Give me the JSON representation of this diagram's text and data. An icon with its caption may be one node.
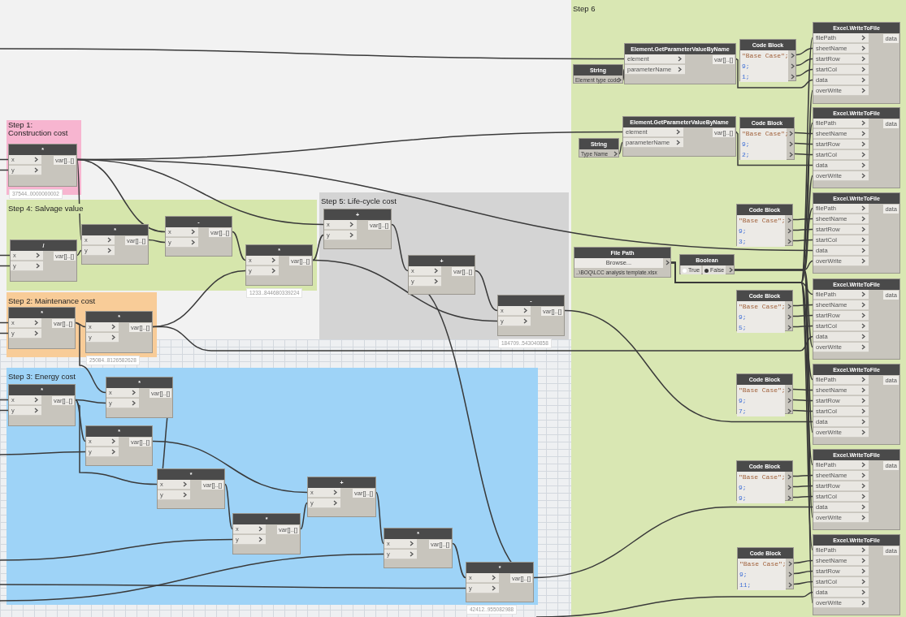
{
  "diagram": {
    "nodes": [
      {
        "text": [
          "Step 1: Construction cost"
        ]
      },
      {
        "text": [
          "*",
          "x",
          "y",
          "var[]..[]"
        ],
        "in": 0,
        "beside": [
          "37544..0000000002"
        ]
      },
      {
        "text": [
          "Step 4: Salvage value"
        ]
      },
      {
        "text": [
          "/",
          "x",
          "y",
          "var[]..[]"
        ],
        "in": 2
      },
      {
        "text": [
          "*",
          "x",
          "y",
          "var[]..[]"
        ],
        "in": 2
      },
      {
        "text": [
          "-",
          "x",
          "y",
          "var[]..[]"
        ],
        "in": 2
      },
      {
        "text": [
          "*",
          "x",
          "y",
          "var[]..[]"
        ],
        "in": 2,
        "beside": [
          "1233..844680339224"
        ]
      },
      {
        "text": [
          "Step 2: Maintenance cost"
        ]
      },
      {
        "text": [
          "*",
          "x",
          "y",
          "var[]..[]"
        ],
        "in": 7
      },
      {
        "text": [
          "*",
          "x",
          "y",
          "var[]..[]"
        ],
        "in": 7,
        "beside": [
          "25084..8126582628"
        ]
      },
      {
        "text": [
          "Step 3: Energy cost"
        ]
      },
      {
        "text": [
          "*",
          "x",
          "y",
          "var[]..[]"
        ],
        "in": 10
      },
      {
        "text": [
          "*",
          "x",
          "y",
          "var[]..[]"
        ],
        "in": 10
      },
      {
        "text": [
          "*",
          "x",
          "y",
          "var[]..[]"
        ],
        "in": 10
      },
      {
        "text": [
          "*",
          "x",
          "y",
          "var[]..[]"
        ],
        "in": 10
      },
      {
        "text": [
          "+",
          "x",
          "y",
          "var[]..[]"
        ],
        "in": 10
      },
      {
        "text": [
          "*",
          "x",
          "y",
          "var[]..[]"
        ],
        "in": 10
      },
      {
        "text": [
          "*",
          "x",
          "y",
          "var[]..[]"
        ],
        "in": 10
      },
      {
        "text": [
          "*",
          "x",
          "y",
          "var[]..[]"
        ],
        "in": 10,
        "beside": [
          "42412..955082988"
        ]
      },
      {
        "text": [
          "Step 5: Life-cycle cost"
        ]
      },
      {
        "text": [
          "+",
          "x",
          "y",
          "var[]..[]"
        ],
        "in": 19
      },
      {
        "text": [
          "+",
          "x",
          "y",
          "var[]..[]"
        ],
        "in": 19
      },
      {
        "text": [
          "-",
          "x",
          "y",
          "var[]..[]"
        ],
        "in": 19,
        "beside": [
          "184709..543040858"
        ]
      },
      {
        "text": [
          "Step 6"
        ]
      },
      {
        "text": [
          "String",
          "Element type code"
        ],
        "in": 23
      },
      {
        "text": [
          "Element.GetParameterValueByName",
          "element",
          "parameterName",
          "var[]..[]"
        ],
        "in": 23
      },
      {
        "text": [
          "Code Block",
          "\"Base Case\";",
          "9;",
          "1;"
        ],
        "in": 23
      },
      {
        "text": [
          "Excel.WriteToFile",
          "filePath",
          "sheetName",
          "startRow",
          "startCol",
          "data",
          "overWrite",
          "data"
        ],
        "in": 23
      },
      {
        "text": [
          "String",
          "Type Name"
        ],
        "in": 23
      },
      {
        "text": [
          "Element.GetParameterValueByName",
          "element",
          "parameterName",
          "var[]..[]"
        ],
        "in": 23
      },
      {
        "text": [
          "Code Block",
          "\"Base Case\";",
          "9;",
          "2;"
        ],
        "in": 23
      },
      {
        "text": [
          "Excel.WriteToFile",
          "filePath",
          "sheetName",
          "startRow",
          "startCol",
          "data",
          "overWrite",
          "data"
        ],
        "in": 23
      },
      {
        "text": [
          "File Path",
          "Browse...",
          "..\\BOQ\\LCC analysis template.xlsx"
        ],
        "in": 23
      },
      {
        "text": [
          "Boolean",
          "True",
          "False"
        ],
        "in": 23
      },
      {
        "text": [
          "Code Block",
          "\"Base Case\";",
          "9;",
          "3;"
        ],
        "in": 23
      },
      {
        "text": [
          "Excel.WriteToFile",
          "filePath",
          "sheetName",
          "startRow",
          "startCol",
          "data",
          "overWrite",
          "data"
        ],
        "in": 23
      },
      {
        "text": [
          "Code Block",
          "\"Base Case\";",
          "9;",
          "5;"
        ],
        "in": 23
      },
      {
        "text": [
          "Excel.WriteToFile",
          "filePath",
          "sheetName",
          "startRow",
          "startCol",
          "data",
          "overWrite",
          "data"
        ],
        "in": 23
      },
      {
        "text": [
          "Code Block",
          "\"Base Case\";",
          "9;",
          "7;"
        ],
        "in": 23
      },
      {
        "text": [
          "Excel.WriteToFile",
          "filePath",
          "sheetName",
          "startRow",
          "startCol",
          "data",
          "overWrite",
          "data"
        ],
        "in": 23
      },
      {
        "text": [
          "Code Block",
          "\"Base Case\";",
          "9;",
          "9;"
        ],
        "in": 23
      },
      {
        "text": [
          "Excel.WriteToFile",
          "filePath",
          "sheetName",
          "startRow",
          "startCol",
          "data",
          "overWrite",
          "data"
        ],
        "in": 23
      },
      {
        "text": [
          "Code Block",
          "\"Base Case\";",
          "9;",
          "11;"
        ],
        "in": 23
      },
      {
        "text": [
          "Excel.WriteToFile",
          "filePath",
          "sheetName",
          "startRow",
          "startCol",
          "data",
          "overWrite",
          "data"
        ],
        "in": 23
      }
    ],
    "edges": [
      {
        "from": null,
        "to": 25,
        "arrow": "none"
      },
      {
        "from": 1,
        "to": 29,
        "arrow": "none"
      },
      {
        "from": 1,
        "to": 4,
        "arrow": "none"
      },
      {
        "from": 1,
        "to": 5,
        "arrow": "none"
      },
      {
        "from": 1,
        "to": 20,
        "arrow": "none"
      },
      {
        "from": 1,
        "to": 35,
        "arrow": "none"
      },
      {
        "from": 3,
        "to": 4,
        "arrow": "none"
      },
      {
        "from": 4,
        "to": 5,
        "arrow": "none"
      },
      {
        "from": 5,
        "to": 6,
        "arrow": "none"
      },
      {
        "from": 9,
        "to": 6,
        "arrow": "none"
      },
      {
        "from": 6,
        "to": 20,
        "arrow": "none"
      },
      {
        "from": 6,
        "to": 22,
        "arrow": "none"
      },
      {
        "from": 8,
        "to": 9,
        "arrow": "none"
      },
      {
        "from": 9,
        "to": 37,
        "arrow": "none"
      },
      {
        "from": 20,
        "to": 21,
        "arrow": "none"
      },
      {
        "from": 18,
        "to": 21,
        "arrow": "none"
      },
      {
        "from": 21,
        "to": 22,
        "arrow": "none"
      },
      {
        "from": 22,
        "to": 39,
        "arrow": "none"
      },
      {
        "from": 18,
        "to": 41,
        "arrow": "none"
      },
      {
        "from": 25,
        "to": 27,
        "arrow": "none"
      },
      {
        "from": 24,
        "to": 25,
        "arrow": "none"
      },
      {
        "from": 28,
        "to": 29,
        "arrow": "none"
      },
      {
        "from": 29,
        "to": 31,
        "arrow": "none"
      },
      {
        "from": null,
        "to": 43,
        "arrow": "none"
      },
      {
        "from": 11,
        "to": 12,
        "arrow": "none"
      },
      {
        "from": 8,
        "to": 12,
        "arrow": "none"
      },
      {
        "from": 11,
        "to": 13,
        "arrow": "none"
      },
      {
        "from": null,
        "to": 13,
        "arrow": "none"
      },
      {
        "from": 12,
        "to": 14,
        "arrow": "none"
      },
      {
        "from": 11,
        "to": 14,
        "arrow": "none"
      },
      {
        "from": 13,
        "to": 15,
        "arrow": "none"
      },
      {
        "from": 14,
        "to": 16,
        "arrow": "none"
      },
      {
        "from": null,
        "to": 16,
        "arrow": "none"
      },
      {
        "from": 16,
        "to": 15,
        "arrow": "none"
      },
      {
        "from": 15,
        "to": 17,
        "arrow": "none"
      },
      {
        "from": null,
        "to": 17,
        "arrow": "none"
      },
      {
        "from": 17,
        "to": 18,
        "arrow": "none"
      },
      {
        "from": null,
        "to": 18,
        "arrow": "none"
      },
      {
        "from": null,
        "to": 1,
        "arrow": "none"
      },
      {
        "from": null,
        "to": 1,
        "arrow": "none"
      },
      {
        "from": null,
        "to": 3,
        "arrow": "none"
      },
      {
        "from": null,
        "to": 3,
        "arrow": "none"
      },
      {
        "from": null,
        "to": 8,
        "arrow": "none"
      },
      {
        "from": null,
        "to": 8,
        "arrow": "none"
      },
      {
        "from": null,
        "to": 11,
        "arrow": "none"
      },
      {
        "from": null,
        "to": 11,
        "arrow": "none"
      },
      {
        "from": 26,
        "to": 27,
        "arrow": "none"
      },
      {
        "from": 26,
        "to": 27,
        "arrow": "none"
      },
      {
        "from": 26,
        "to": 27,
        "arrow": "none"
      },
      {
        "from": 32,
        "to": 27,
        "arrow": "none"
      },
      {
        "from": 33,
        "to": 27,
        "arrow": "none"
      },
      {
        "from": 30,
        "to": 31,
        "arrow": "none"
      },
      {
        "from": 30,
        "to": 31,
        "arrow": "none"
      },
      {
        "from": 30,
        "to": 31,
        "arrow": "none"
      },
      {
        "from": 32,
        "to": 31,
        "arrow": "none"
      },
      {
        "from": 33,
        "to": 31,
        "arrow": "none"
      },
      {
        "from": 34,
        "to": 35,
        "arrow": "none"
      },
      {
        "from": 34,
        "to": 35,
        "arrow": "none"
      },
      {
        "from": 34,
        "to": 35,
        "arrow": "none"
      },
      {
        "from": 32,
        "to": 35,
        "arrow": "none"
      },
      {
        "from": 33,
        "to": 35,
        "arrow": "none"
      },
      {
        "from": 36,
        "to": 37,
        "arrow": "none"
      },
      {
        "from": 36,
        "to": 37,
        "arrow": "none"
      },
      {
        "from": 36,
        "to": 37,
        "arrow": "none"
      },
      {
        "from": 32,
        "to": 37,
        "arrow": "none"
      },
      {
        "from": 33,
        "to": 37,
        "arrow": "none"
      },
      {
        "from": 38,
        "to": 39,
        "arrow": "none"
      },
      {
        "from": 38,
        "to": 39,
        "arrow": "none"
      },
      {
        "from": 38,
        "to": 39,
        "arrow": "none"
      },
      {
        "from": 32,
        "to": 39,
        "arrow": "none"
      },
      {
        "from": 33,
        "to": 39,
        "arrow": "none"
      },
      {
        "from": 40,
        "to": 41,
        "arrow": "none"
      },
      {
        "from": 40,
        "to": 41,
        "arrow": "none"
      },
      {
        "from": 40,
        "to": 41,
        "arrow": "none"
      },
      {
        "from": 32,
        "to": 41,
        "arrow": "none"
      },
      {
        "from": 33,
        "to": 41,
        "arrow": "none"
      },
      {
        "from": 42,
        "to": 43,
        "arrow": "none"
      },
      {
        "from": 42,
        "to": 43,
        "arrow": "none"
      },
      {
        "from": 42,
        "to": 43,
        "arrow": "none"
      },
      {
        "from": 32,
        "to": 43,
        "arrow": "none"
      },
      {
        "from": 33,
        "to": 43,
        "arrow": "none"
      }
    ]
  }
}
